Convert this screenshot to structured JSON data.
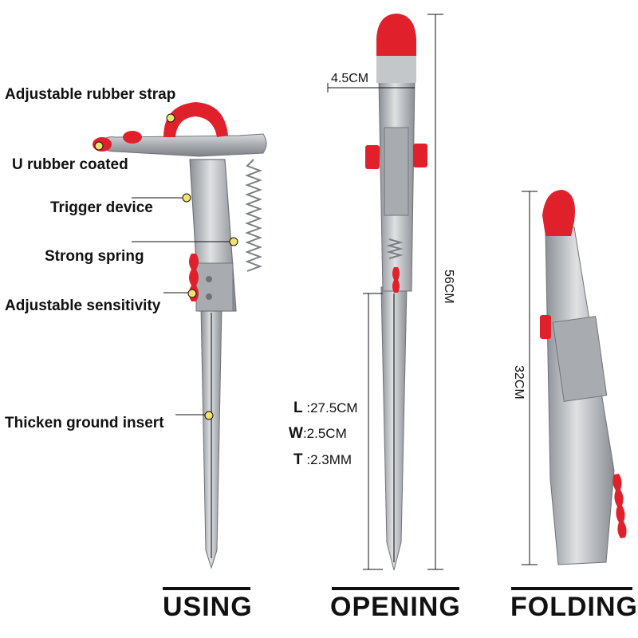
{
  "callouts": {
    "rubber_strap": "Adjustable rubber strap",
    "u_rubber": "U rubber coated",
    "trigger": "Trigger device",
    "spring": "Strong spring",
    "sensitivity": "Adjustable sensitivity",
    "ground_insert": "Thicken ground insert"
  },
  "dimensions": {
    "width_top": "4.5CM",
    "length_open": "56CM",
    "length_folded": "32CM"
  },
  "specs": {
    "l_label": "L",
    "l_value": ":27.5CM",
    "w_label": "W",
    "w_value": ":2.5CM",
    "t_label": "T",
    "t_value": ":2.3MM"
  },
  "headings": {
    "using": "USING",
    "opening": "OPENING",
    "folding": "FOLDING"
  },
  "colors": {
    "accent_red": "#e0212c",
    "steel": "#b9bcc0",
    "steel_dark": "#7f8388",
    "marker_yellow": "#f3e36a",
    "line": "#111111"
  }
}
